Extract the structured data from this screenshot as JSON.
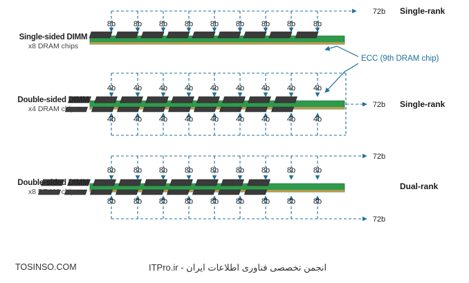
{
  "rows": [
    {
      "title": "Single-sided DIMM",
      "subtitle": "x8 DRAM chips",
      "rank": "Single-rank",
      "chip_width": "8b",
      "bus_width": "72b"
    },
    {
      "title": "Double-sided DIMM",
      "subtitle": "x4 DRAM chips",
      "rank": "Single-rank",
      "chip_width": "4b",
      "bus_width": "72b"
    },
    {
      "title": "Double-sided DIMM",
      "subtitle": "x8 DRAM chips",
      "rank": "Dual-rank",
      "chip_width": "8b",
      "bus_width": "72b"
    }
  ],
  "ecc_label": "ECC (9th DRAM chip)",
  "footer": {
    "left": "TOSINSO.COM",
    "right": "ITPro.ir - انجمن تخصصی فناوری اطلاعات ایران"
  },
  "colors": {
    "accent": "#1d6f9c",
    "board": "#2f9a4d",
    "chip": "#3b3b3b",
    "ecc_text": "#1d6f9c"
  }
}
